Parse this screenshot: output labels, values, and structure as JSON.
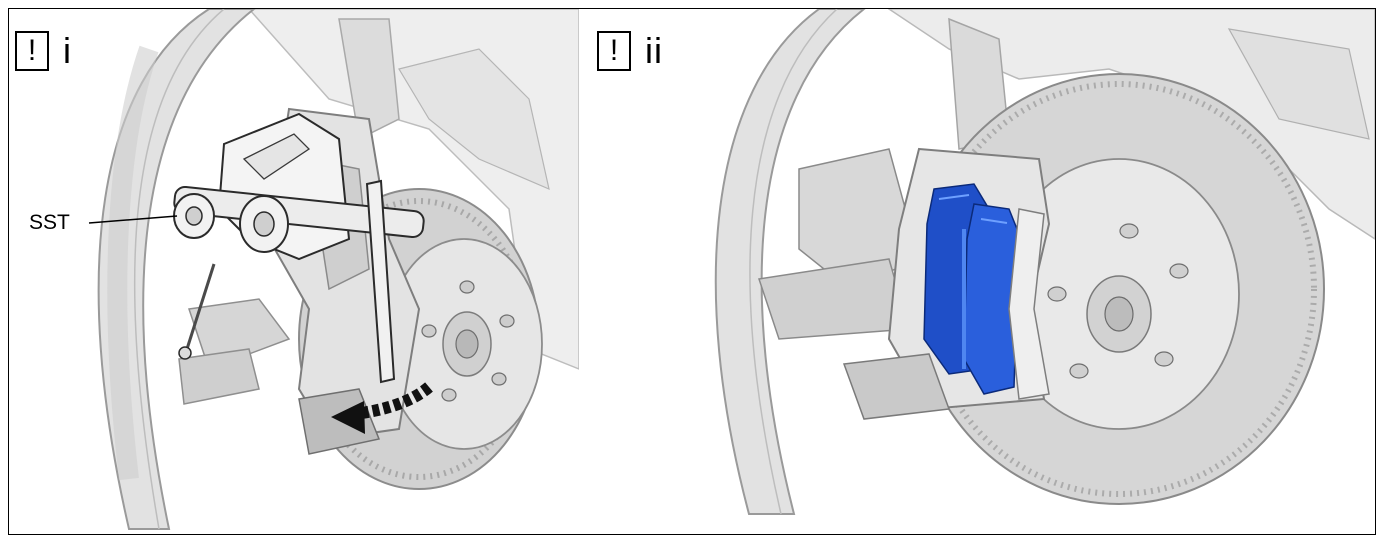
{
  "panels": [
    {
      "warning_symbol": "!",
      "step": "i",
      "callout": "SST"
    },
    {
      "warning_symbol": "!",
      "step": "ii"
    }
  ],
  "colors": {
    "pad_blue": "#1f4fc8",
    "pad_light": "#4f86f0",
    "metal_light": "#e9e9e9",
    "metal_mid": "#c9c9c9",
    "metal_dark": "#8f8f8f",
    "arrow": "#111111"
  }
}
